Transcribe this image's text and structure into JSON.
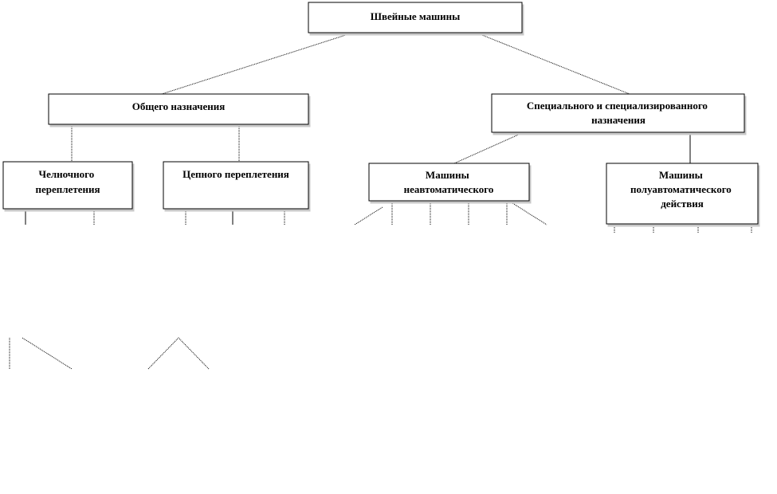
{
  "nodes": {
    "root": {
      "lines": [
        "Швейные машины"
      ]
    },
    "general": {
      "lines": [
        "Общего  назначения"
      ]
    },
    "special": {
      "lines": [
        "Специального и специализированного",
        "назначения"
      ]
    },
    "shuttle": {
      "lines": [
        "Челночного",
        "переплетения"
      ]
    },
    "chain": {
      "lines": [
        "Цепного переплетения"
      ]
    },
    "nonauto": {
      "lines": [
        "Машины",
        "неавтоматического"
      ]
    },
    "semiauto": {
      "lines": [
        "Машины",
        "полуавтоматического",
        "действия"
      ]
    }
  },
  "colors": {
    "line": "#000000",
    "box_fill": "#ffffff",
    "shadow": "#c8c8c8"
  }
}
